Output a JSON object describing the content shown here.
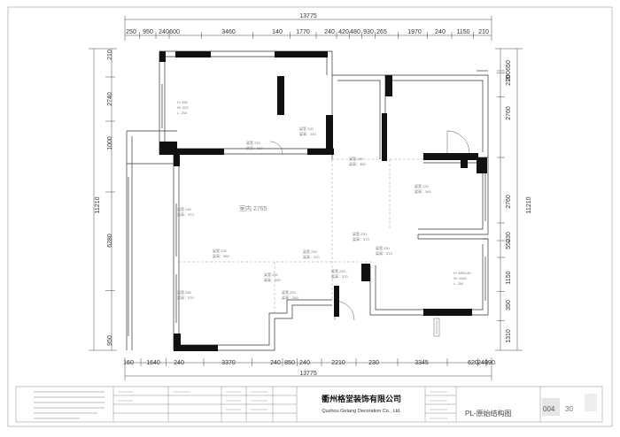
{
  "dimensions": {
    "top_total": "13775",
    "bottom_total": "13775",
    "left_total": "11210",
    "right_total": "11210",
    "top": [
      "250",
      "950",
      "240",
      "600",
      "3460",
      "140",
      "1770",
      "240",
      "420",
      "480",
      "930",
      "265",
      "1970",
      "240",
      "1150",
      "210"
    ],
    "bottom": [
      "160",
      "1640",
      "240",
      "3370",
      "240",
      "850",
      "240",
      "2210",
      "230",
      "3345",
      "620",
      "240",
      "390"
    ],
    "left": [
      "210",
      "2740",
      "1000",
      "6280",
      "950"
    ],
    "right": [
      "200",
      "650",
      "210",
      "2760",
      "2760",
      "550",
      "230",
      "1150",
      "350",
      "1310"
    ]
  },
  "rooms": {
    "living": "室内 2765",
    "beam_labels": [
      {
        "l1": "梁宽 220",
        "l2": "梁高：240"
      },
      {
        "l1": "梁宽 220",
        "l2": "梁高：360"
      },
      {
        "l1": "梁宽 220",
        "l2": "梁高：360"
      },
      {
        "l1": "梁宽 220",
        "l2": "梁高：360"
      },
      {
        "l1": "梁宽 240",
        "l2": "梁高：370"
      },
      {
        "l1": "梁宽 240",
        "l2": "梁高：370"
      },
      {
        "l1": "梁宽 220",
        "l2": "梁高：370"
      },
      {
        "l1": "梁宽 220",
        "l2": "梁高：370"
      },
      {
        "l1": "梁宽 220",
        "l2": "梁高：370"
      },
      {
        "l1": "梁宽 220",
        "l2": "梁高：370"
      },
      {
        "l1": "梁宽 220",
        "l2": "梁高：250"
      },
      {
        "l1": "梁宽 220",
        "l2": "梁高：250"
      },
      {
        "l1": "梁宽 220",
        "l2": "梁高：360"
      }
    ],
    "ceiling_note_1": [
      "H: 280",
      "W: 220",
      "L: 250"
    ],
    "ceiling_note_2": [
      "H: 480/140",
      "W: 1060",
      "L: 250"
    ]
  },
  "title_block": {
    "company_cn": "衢州格堂装饰有限公司",
    "company_en": "Quzhou Getang Decoration Co., Ltd.",
    "drawing_name": "PL-原始结构图",
    "drawing_code": "004",
    "scale": "30"
  }
}
